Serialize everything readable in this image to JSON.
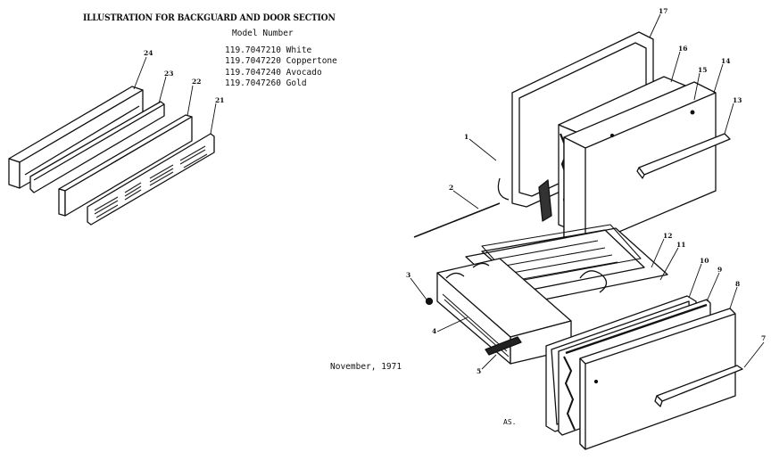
{
  "title": "ILLUSTRATION FOR BACKGUARD AND DOOR SECTION",
  "model_header": "Model Number",
  "models": [
    {
      "number": "119.7047210",
      "color": "White"
    },
    {
      "number": "119.7047220",
      "color": "Coppertone"
    },
    {
      "number": "119.7047240",
      "color": "Avocado"
    },
    {
      "number": "119.7047260",
      "color": "Gold"
    }
  ],
  "date": "November, 1971",
  "reference": "AS.",
  "callouts": [
    "24",
    "23",
    "22",
    "21",
    "17",
    "16",
    "15",
    "14",
    "13",
    "1",
    "2",
    "12",
    "11",
    "10",
    "9",
    "8",
    "7",
    "3",
    "4",
    "5"
  ]
}
